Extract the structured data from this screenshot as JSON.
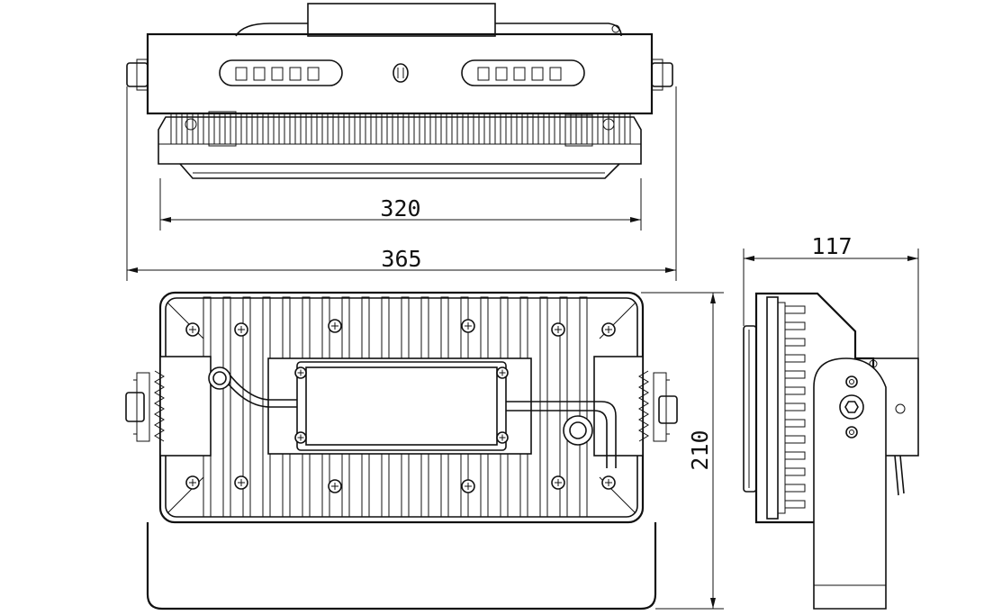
{
  "dimensions": {
    "width_inner": "320",
    "width_overall": "365",
    "depth": "117",
    "height": "210"
  },
  "colors": {
    "line": "#111111",
    "background": "#ffffff"
  }
}
